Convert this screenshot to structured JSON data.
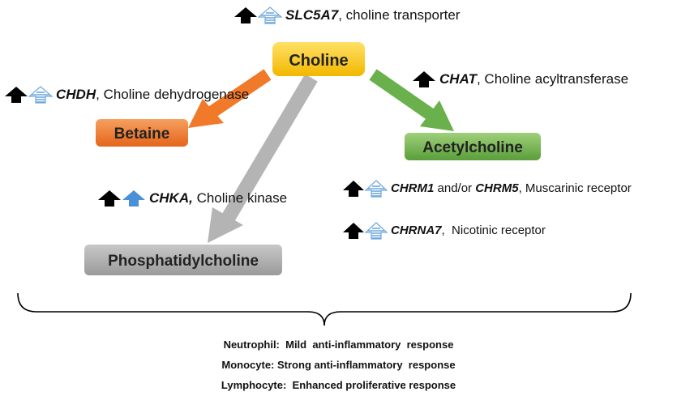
{
  "nodes": {
    "choline": "Choline",
    "betaine": "Betaine",
    "acetylcholine": "Acetylcholine",
    "phosphatidylcholine": "Phosphatidylcholine"
  },
  "genes": {
    "slc5a7": {
      "gene": "SLC5A7",
      "sep": ",",
      "desc": " choline transporter"
    },
    "chdh": {
      "gene": "CHDH",
      "sep": ",",
      "desc": " Choline dehydrogenase"
    },
    "chat": {
      "gene": "CHAT",
      "sep": ",",
      "desc": " Choline acyltransferase"
    },
    "chka": {
      "gene": "CHKA",
      "sep": ",",
      "desc": " Choline kinase"
    },
    "chrm": {
      "gene1": "CHRM1",
      "mid": " and/or ",
      "gene2": "CHRM5",
      "sep": ",",
      "desc": " Muscarinic receptor"
    },
    "chrna7": {
      "gene": "CHRNA7",
      "sep": ",",
      "desc": "  Nicotinic receptor"
    }
  },
  "outcomes": [
    "Neutrophil:  Mild  anti-inflammatory  response",
    "Monocyte: Strong anti-inflammatory  response",
    "Lymphocyte:  Enhanced proliferative response"
  ],
  "colors": {
    "choline": "#f5c400",
    "betaine": "#f07a2a",
    "acetylcholine": "#6ab04c",
    "phosphatidylcholine": "#a8a8a8",
    "arrow_orange": "#f07a2a",
    "arrow_green": "#6ab04c",
    "arrow_gray": "#b4b4b4",
    "up_black": "#000000",
    "up_blue": "#4a90d9",
    "striped_blue": "#6fa8dc"
  },
  "icons": [
    "black-up-arrow-icon",
    "blue-up-arrow-icon",
    "striped-blue-up-arrow-icon"
  ]
}
